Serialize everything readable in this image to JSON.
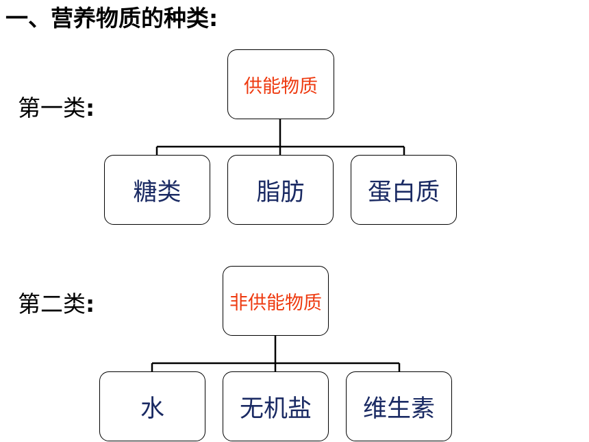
{
  "title": "一、营养物质的种类:",
  "colors": {
    "root_text": "#ee3a10",
    "child_text": "#1a2a63",
    "line": "#000000"
  },
  "groups": [
    {
      "label": "第一类",
      "colon": ":",
      "root": "供能物质",
      "children": [
        "糖类",
        "脂肪",
        "蛋白质"
      ]
    },
    {
      "label": "第二类",
      "colon": ":",
      "root": "非供能物质",
      "children": [
        "水",
        "无机盐",
        "维生素"
      ]
    }
  ]
}
